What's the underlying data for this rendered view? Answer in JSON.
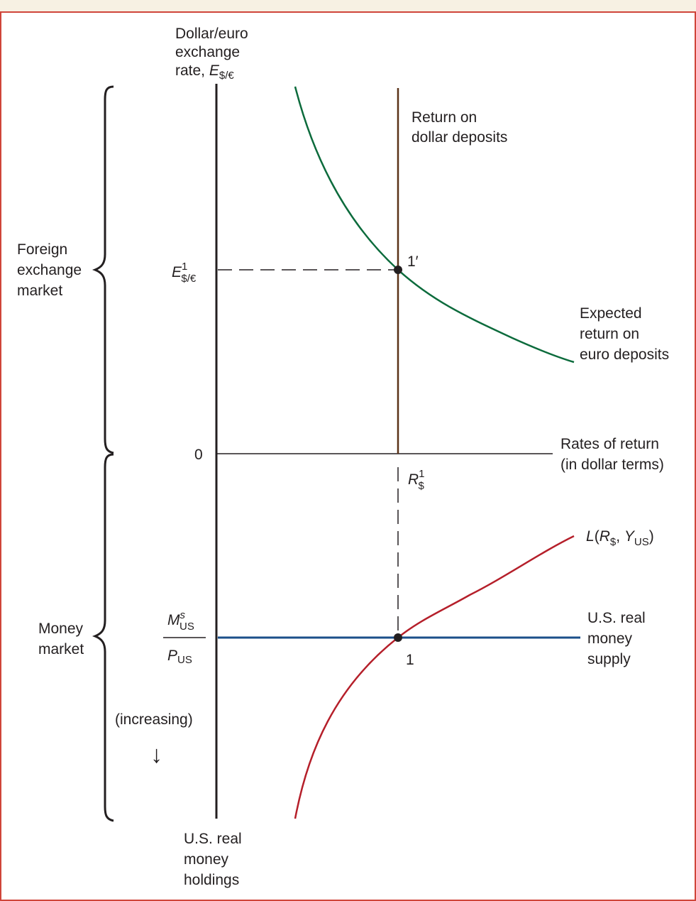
{
  "y_axis_label": {
    "line1": "Dollar/euro",
    "line2": "exchange",
    "line3_prefix": "rate, ",
    "symbol": "E",
    "symbol_sub": "$/€"
  },
  "x_axis_label": {
    "line1": "Rates of return",
    "line2": "(in dollar terms)"
  },
  "origin_label": "0",
  "bottom_axis_label": {
    "line1": "U.S. real",
    "line2": "money",
    "line3": "holdings"
  },
  "brace_labels": {
    "foreign_exchange": {
      "line1": "Foreign",
      "line2": "exchange",
      "line3": "market"
    },
    "money_market": {
      "line1": "Money",
      "line2": "market"
    }
  },
  "curves": {
    "dollar_return": {
      "line1": "Return on",
      "line2": "dollar deposits"
    },
    "euro_return": {
      "line1": "Expected",
      "line2": "return on",
      "line3": "euro deposits"
    },
    "money_demand": {
      "L": "L",
      "open": "(",
      "R": "R",
      "R_sub": "$",
      "comma": ", ",
      "Y": "Y",
      "Y_sub": "US",
      "close": ")"
    },
    "money_supply": {
      "line1": "U.S. real",
      "line2": "money",
      "line3": "supply"
    }
  },
  "points": {
    "fx_equilibrium": "1′",
    "money_equilibrium": "1"
  },
  "axis_values": {
    "exchange_rate": {
      "symbol": "E",
      "sup": "1",
      "sub": "$/€"
    },
    "interest_rate": {
      "symbol": "R",
      "sup": "1",
      "sub": "$"
    },
    "real_money_supply": {
      "num_symbol": "M",
      "num_sup": "s",
      "num_sub": "US",
      "den_symbol": "P",
      "den_sub": "US"
    }
  },
  "increasing_label": "(increasing)",
  "increasing_arrow": "↓",
  "colors": {
    "frame_border": "#d0453a",
    "background_band": "#f7f1e3",
    "axis": "#231f20",
    "euro_return_curve": "#0c6b3c",
    "dollar_return_line": "#5a3218",
    "money_demand_curve": "#b51f2a",
    "money_supply_line": "#1b4f8a"
  }
}
